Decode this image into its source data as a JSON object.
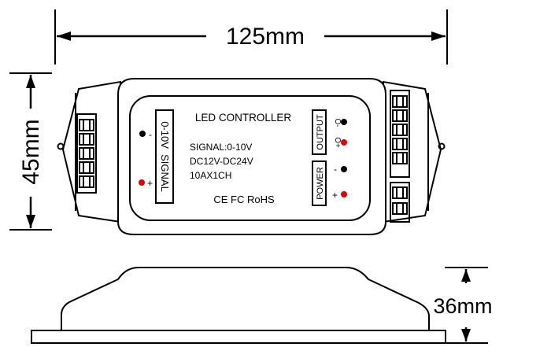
{
  "dimensions": {
    "width": "125mm",
    "height": "45mm",
    "depth": "36mm"
  },
  "panel": {
    "title": "LED CONTROLLER",
    "specs": [
      "SIGNAL:0-10V",
      "DC12V-DC24V",
      "10AX1CH"
    ],
    "certifications": "CE FC RoHS"
  },
  "left_terminal": {
    "signal_label": "0-10V  SIGNAL",
    "minus": "-",
    "plus": "+"
  },
  "right_terminals": {
    "output_label": "OUTPUT",
    "output_minus": "O-",
    "output_plus": "O+",
    "power_label": "POWER",
    "power_minus": "-",
    "power_plus": "+"
  },
  "colors": {
    "outline": "#000000",
    "positive_dot": "#e00000",
    "negative_dot": "#000000"
  }
}
